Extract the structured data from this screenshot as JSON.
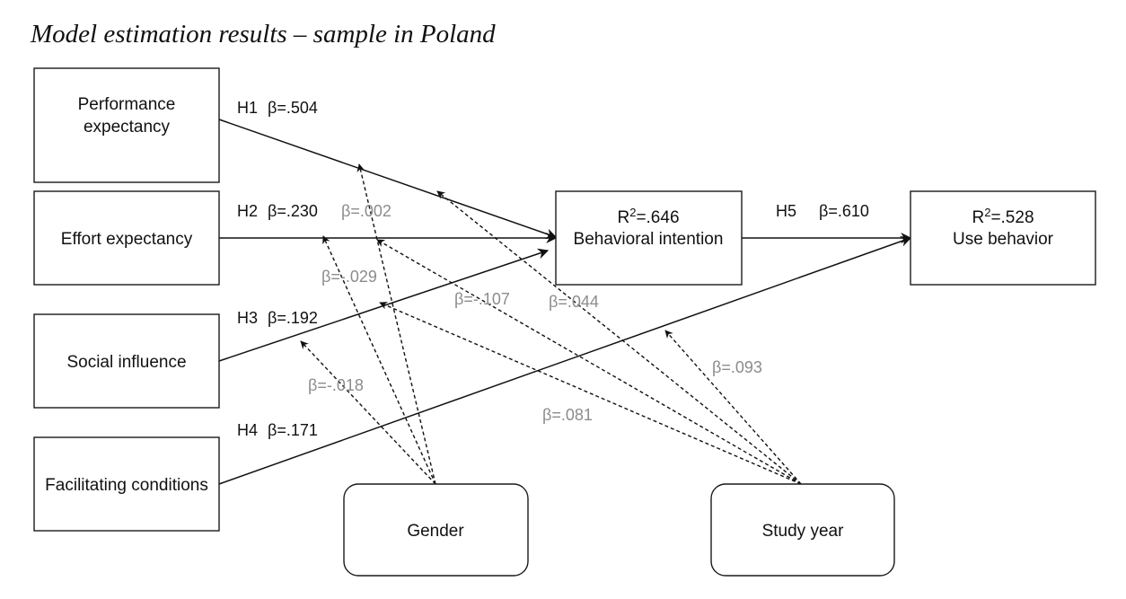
{
  "title": "Model estimation results – sample in Poland",
  "nodes": {
    "performance": {
      "line1": "Performance",
      "line2": "expectancy"
    },
    "effort": {
      "label": "Effort expectancy"
    },
    "social": {
      "label": "Social influence"
    },
    "facilitating": {
      "label": "Facilitating conditions"
    },
    "intention": {
      "r2_prefix": "R",
      "r2_sup": "2",
      "r2_value": "=.646",
      "label": "Behavioral intention"
    },
    "use": {
      "r2_prefix": "R",
      "r2_sup": "2",
      "r2_value": "=.528",
      "label": "Use behavior"
    },
    "gender": {
      "label": "Gender"
    },
    "study_year": {
      "label": "Study year"
    }
  },
  "hypotheses": {
    "h1": {
      "id": "H1",
      "beta": "β=.504"
    },
    "h2": {
      "id": "H2",
      "beta": "β=.230"
    },
    "h3": {
      "id": "H3",
      "beta": "β=.192"
    },
    "h4": {
      "id": "H4",
      "beta": "β=.171"
    },
    "h5": {
      "id": "H5",
      "beta": "β=.610"
    }
  },
  "moderators": {
    "gender_effort": "β=.002",
    "gender_social": "β=-.029",
    "gender_facilitating": "β=-.018",
    "year_effort": "β=-.107",
    "year_performance": "β=.044",
    "year_intention": "β=.093",
    "year_social": "β=.081"
  },
  "colors": {
    "path_label": "#111111",
    "moderator_label": "#8c8c8c",
    "stroke": "#1a1a1a"
  }
}
